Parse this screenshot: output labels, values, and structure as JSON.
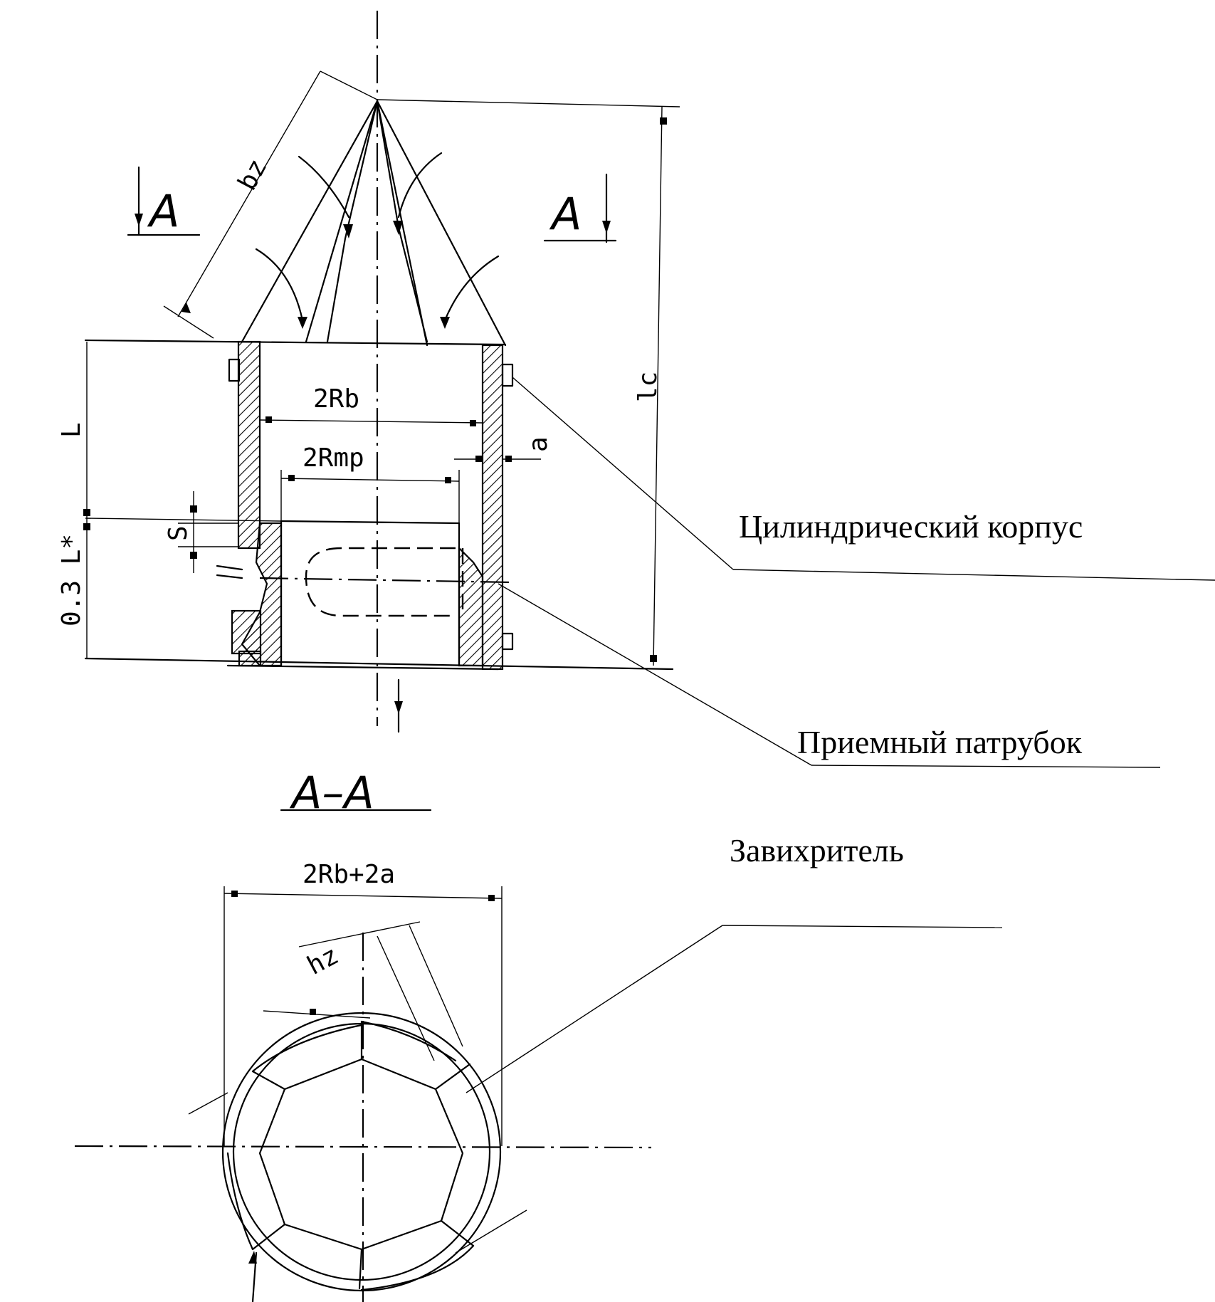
{
  "section_marks": {
    "left": "A",
    "right": "A",
    "section_title": "A–A"
  },
  "dimensions": {
    "cone_side": "bz",
    "inner_diameter": "2Rb",
    "pipe_diameter": "2Rmp",
    "wall_gap": "a",
    "body_length": "L",
    "pipe_length": "0.3 L*",
    "slot_height": "S",
    "total_height": "lc",
    "outer_diameter": "2Rb+2a",
    "vane_height": "hz"
  },
  "labels": {
    "cylindrical_body": "Цилиндрический корпус",
    "inlet_pipe": "Приемный патрубок",
    "swirler": "Завихритель"
  }
}
